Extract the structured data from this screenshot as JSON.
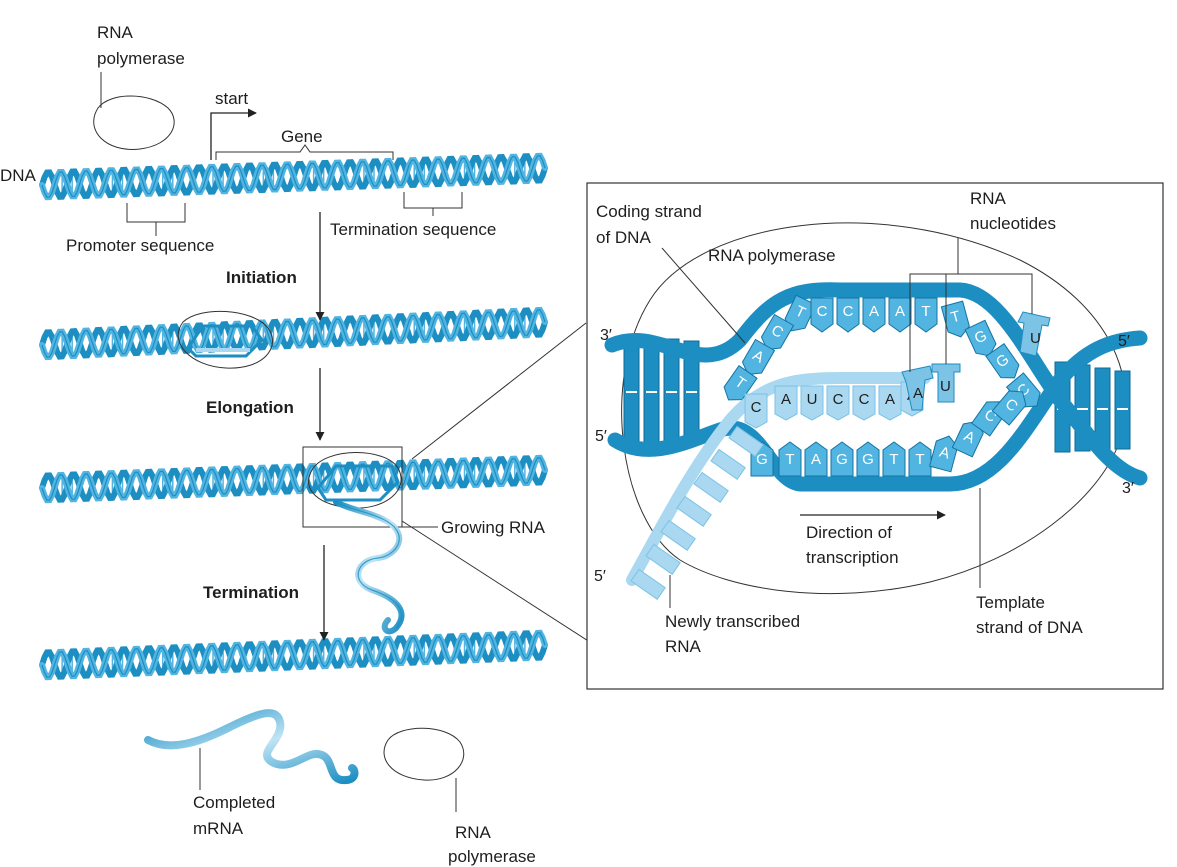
{
  "colors": {
    "dna_dark": "#1c8ec2",
    "dna_light": "#52b4e0",
    "rna_light": "#a9d8f0",
    "rna_mid": "#7cc3e6",
    "outline": "#333333",
    "text": "#1e1e1e"
  },
  "overview": {
    "rna_polymerase_top": [
      "RNA",
      "polymerase"
    ],
    "start": "start",
    "gene": "Gene",
    "dna": "DNA",
    "promoter_sequence": "Promoter sequence",
    "termination_sequence": "Termination sequence",
    "steps": {
      "initiation": "Initiation",
      "elongation": "Elongation",
      "termination": "Termination"
    },
    "growing_rna": "Growing RNA",
    "completed_mrna": [
      "Completed",
      "mRNA"
    ],
    "rna_polymerase_bottom": [
      "RNA",
      "polymerase"
    ]
  },
  "detail": {
    "coding_strand": [
      "Coding strand",
      "of DNA"
    ],
    "rna_polymerase": "RNA polymerase",
    "rna_nucleotides": [
      "RNA",
      "nucleotides"
    ],
    "direction": [
      "Direction of",
      "transcription"
    ],
    "newly_transcribed": [
      "Newly transcribed",
      "RNA"
    ],
    "template_strand": [
      "Template",
      "strand of DNA"
    ],
    "ends": {
      "top_left": "3′",
      "mid_left": "5′",
      "rna_end": "5′",
      "top_right": "5′",
      "bottom_right": "3′"
    },
    "coding_bases": [
      "T",
      "C",
      "A",
      "T",
      "C",
      "C",
      "A",
      "A",
      "T",
      "T",
      "G",
      "G",
      "C"
    ],
    "rna_bases": [
      "C",
      "A",
      "U",
      "C",
      "C",
      "A",
      "A"
    ],
    "template_bases": [
      "G",
      "T",
      "A",
      "G",
      "G",
      "T",
      "T",
      "A",
      "A",
      "C",
      "C"
    ],
    "free_nucleotides": [
      "A",
      "U",
      "U"
    ]
  }
}
